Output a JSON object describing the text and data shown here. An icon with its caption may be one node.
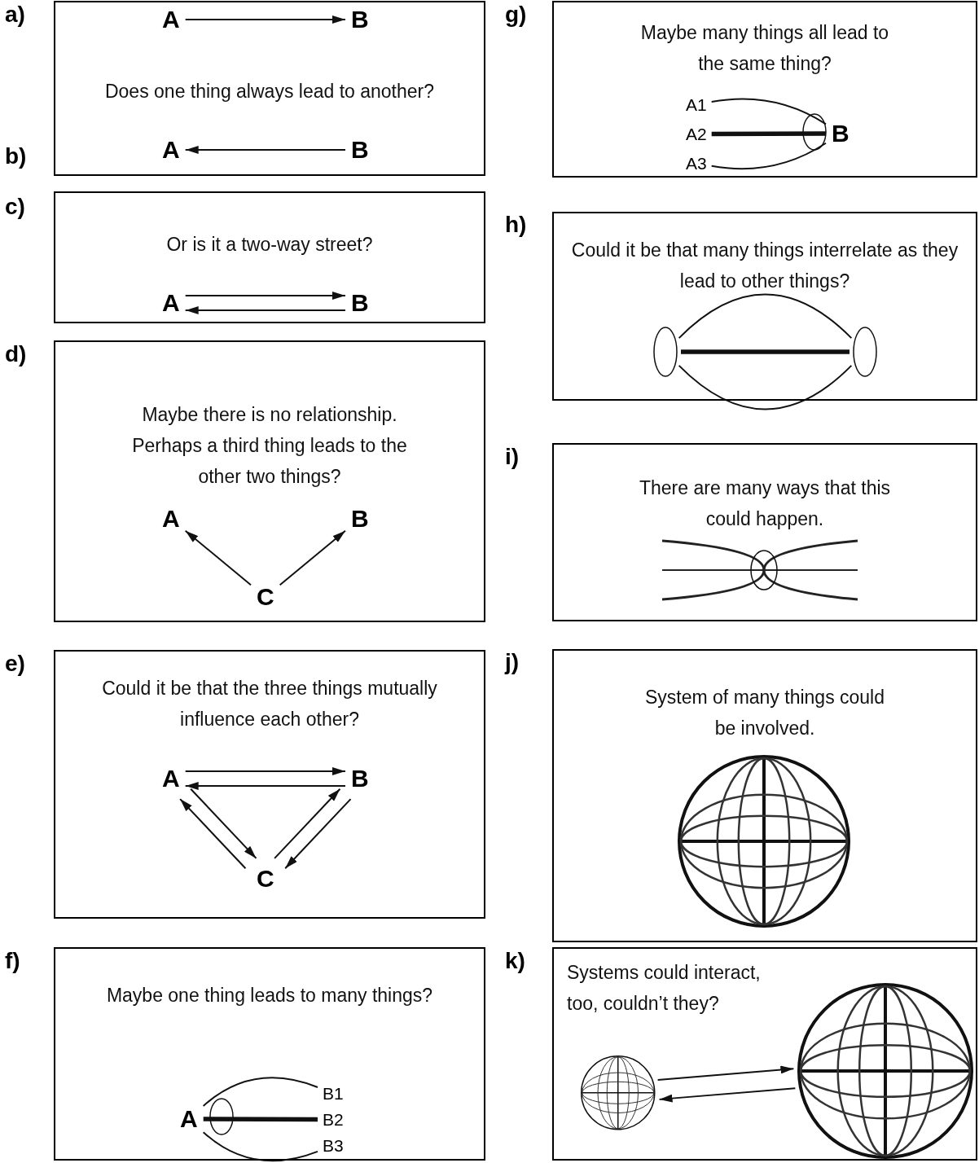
{
  "diagram": {
    "nodes": [
      {
        "text": [
          "Does one thing always lead to another?"
        ],
        "beside": [
          "a)",
          "b)"
        ]
      },
      {
        "text": [
          "A"
        ],
        "in": 0
      },
      {
        "text": [
          "B"
        ],
        "in": 0
      },
      {
        "text": [
          "A"
        ],
        "in": 0
      },
      {
        "text": [
          "B"
        ],
        "in": 0
      },
      {
        "text": [
          "Or is it a two-way street?"
        ],
        "beside": [
          "c)"
        ]
      },
      {
        "text": [
          "A"
        ],
        "in": 5
      },
      {
        "text": [
          "B"
        ],
        "in": 5
      },
      {
        "text": [
          "Maybe there is no relationship. Perhaps a third thing leads to the other two things?"
        ],
        "beside": [
          "d)"
        ]
      },
      {
        "text": [
          "A"
        ],
        "in": 8
      },
      {
        "text": [
          "B"
        ],
        "in": 8
      },
      {
        "text": [
          "C"
        ],
        "in": 8
      },
      {
        "text": [
          "Could it be that the three things mutually influence each other?"
        ],
        "beside": [
          "e)"
        ]
      },
      {
        "text": [
          "A"
        ],
        "in": 12
      },
      {
        "text": [
          "B"
        ],
        "in": 12
      },
      {
        "text": [
          "C"
        ],
        "in": 12
      },
      {
        "text": [
          "Maybe one thing leads to many things?"
        ],
        "beside": [
          "f)"
        ]
      },
      {
        "text": [
          "A"
        ],
        "in": 16
      },
      {
        "text": [
          "B1"
        ],
        "in": 16
      },
      {
        "text": [
          "B2"
        ],
        "in": 16
      },
      {
        "text": [
          "B3"
        ],
        "in": 16
      },
      {
        "text": [
          "Maybe many things all lead to the same thing?"
        ],
        "beside": [
          "g)"
        ]
      },
      {
        "text": [
          "A1"
        ],
        "in": 21
      },
      {
        "text": [
          "A2"
        ],
        "in": 21
      },
      {
        "text": [
          "A3"
        ],
        "in": 21
      },
      {
        "text": [
          "B"
        ],
        "in": 21
      },
      {
        "text": [
          "Could it be that many things interrelate as they lead to other things?"
        ],
        "beside": [
          "h)"
        ]
      },
      {
        "text": [],
        "shape": "circle",
        "in": 26
      },
      {
        "text": [],
        "shape": "circle",
        "in": 26
      },
      {
        "text": [
          "There are many ways that this could happen."
        ],
        "beside": [
          "i)"
        ]
      },
      {
        "text": [
          "System of many things could be involved."
        ],
        "beside": [
          "j)"
        ]
      },
      {
        "text": [
          "Systems could interact, too, couldn’t they?"
        ],
        "beside": [
          "k)"
        ]
      },
      {
        "text": [],
        "shape": "circle",
        "in": 31
      },
      {
        "text": [],
        "shape": "circle",
        "in": 31
      }
    ],
    "edges": [
      {
        "from": 1,
        "to": 2,
        "arrow": "to"
      },
      {
        "from": 4,
        "to": 3,
        "arrow": "to"
      },
      {
        "from": 6,
        "to": 7,
        "arrow": "to"
      },
      {
        "from": 7,
        "to": 6,
        "arrow": "to"
      },
      {
        "from": 11,
        "to": 9,
        "arrow": "to"
      },
      {
        "from": 11,
        "to": 10,
        "arrow": "to"
      },
      {
        "from": 13,
        "to": 14,
        "arrow": "to"
      },
      {
        "from": 14,
        "to": 13,
        "arrow": "to"
      },
      {
        "from": 13,
        "to": 15,
        "arrow": "to"
      },
      {
        "from": 15,
        "to": 13,
        "arrow": "to"
      },
      {
        "from": 15,
        "to": 14,
        "arrow": "to"
      },
      {
        "from": 14,
        "to": 15,
        "arrow": "to"
      },
      {
        "from": 17,
        "to": 18,
        "arrow": "none"
      },
      {
        "from": 17,
        "to": 19,
        "arrow": "none",
        "style": "thick"
      },
      {
        "from": 17,
        "to": 20,
        "arrow": "none"
      },
      {
        "from": 22,
        "to": 25,
        "arrow": "none"
      },
      {
        "from": 23,
        "to": 25,
        "arrow": "none",
        "style": "thick"
      },
      {
        "from": 24,
        "to": 25,
        "arrow": "none"
      },
      {
        "from": 27,
        "to": 28,
        "arrow": "none"
      },
      {
        "from": 27,
        "to": 28,
        "arrow": "none",
        "style": "thick"
      },
      {
        "from": 27,
        "to": 28,
        "arrow": "none"
      },
      {
        "from": 33,
        "to": 32,
        "arrow": "to"
      },
      {
        "from": 32,
        "to": 33,
        "arrow": "to"
      }
    ]
  }
}
